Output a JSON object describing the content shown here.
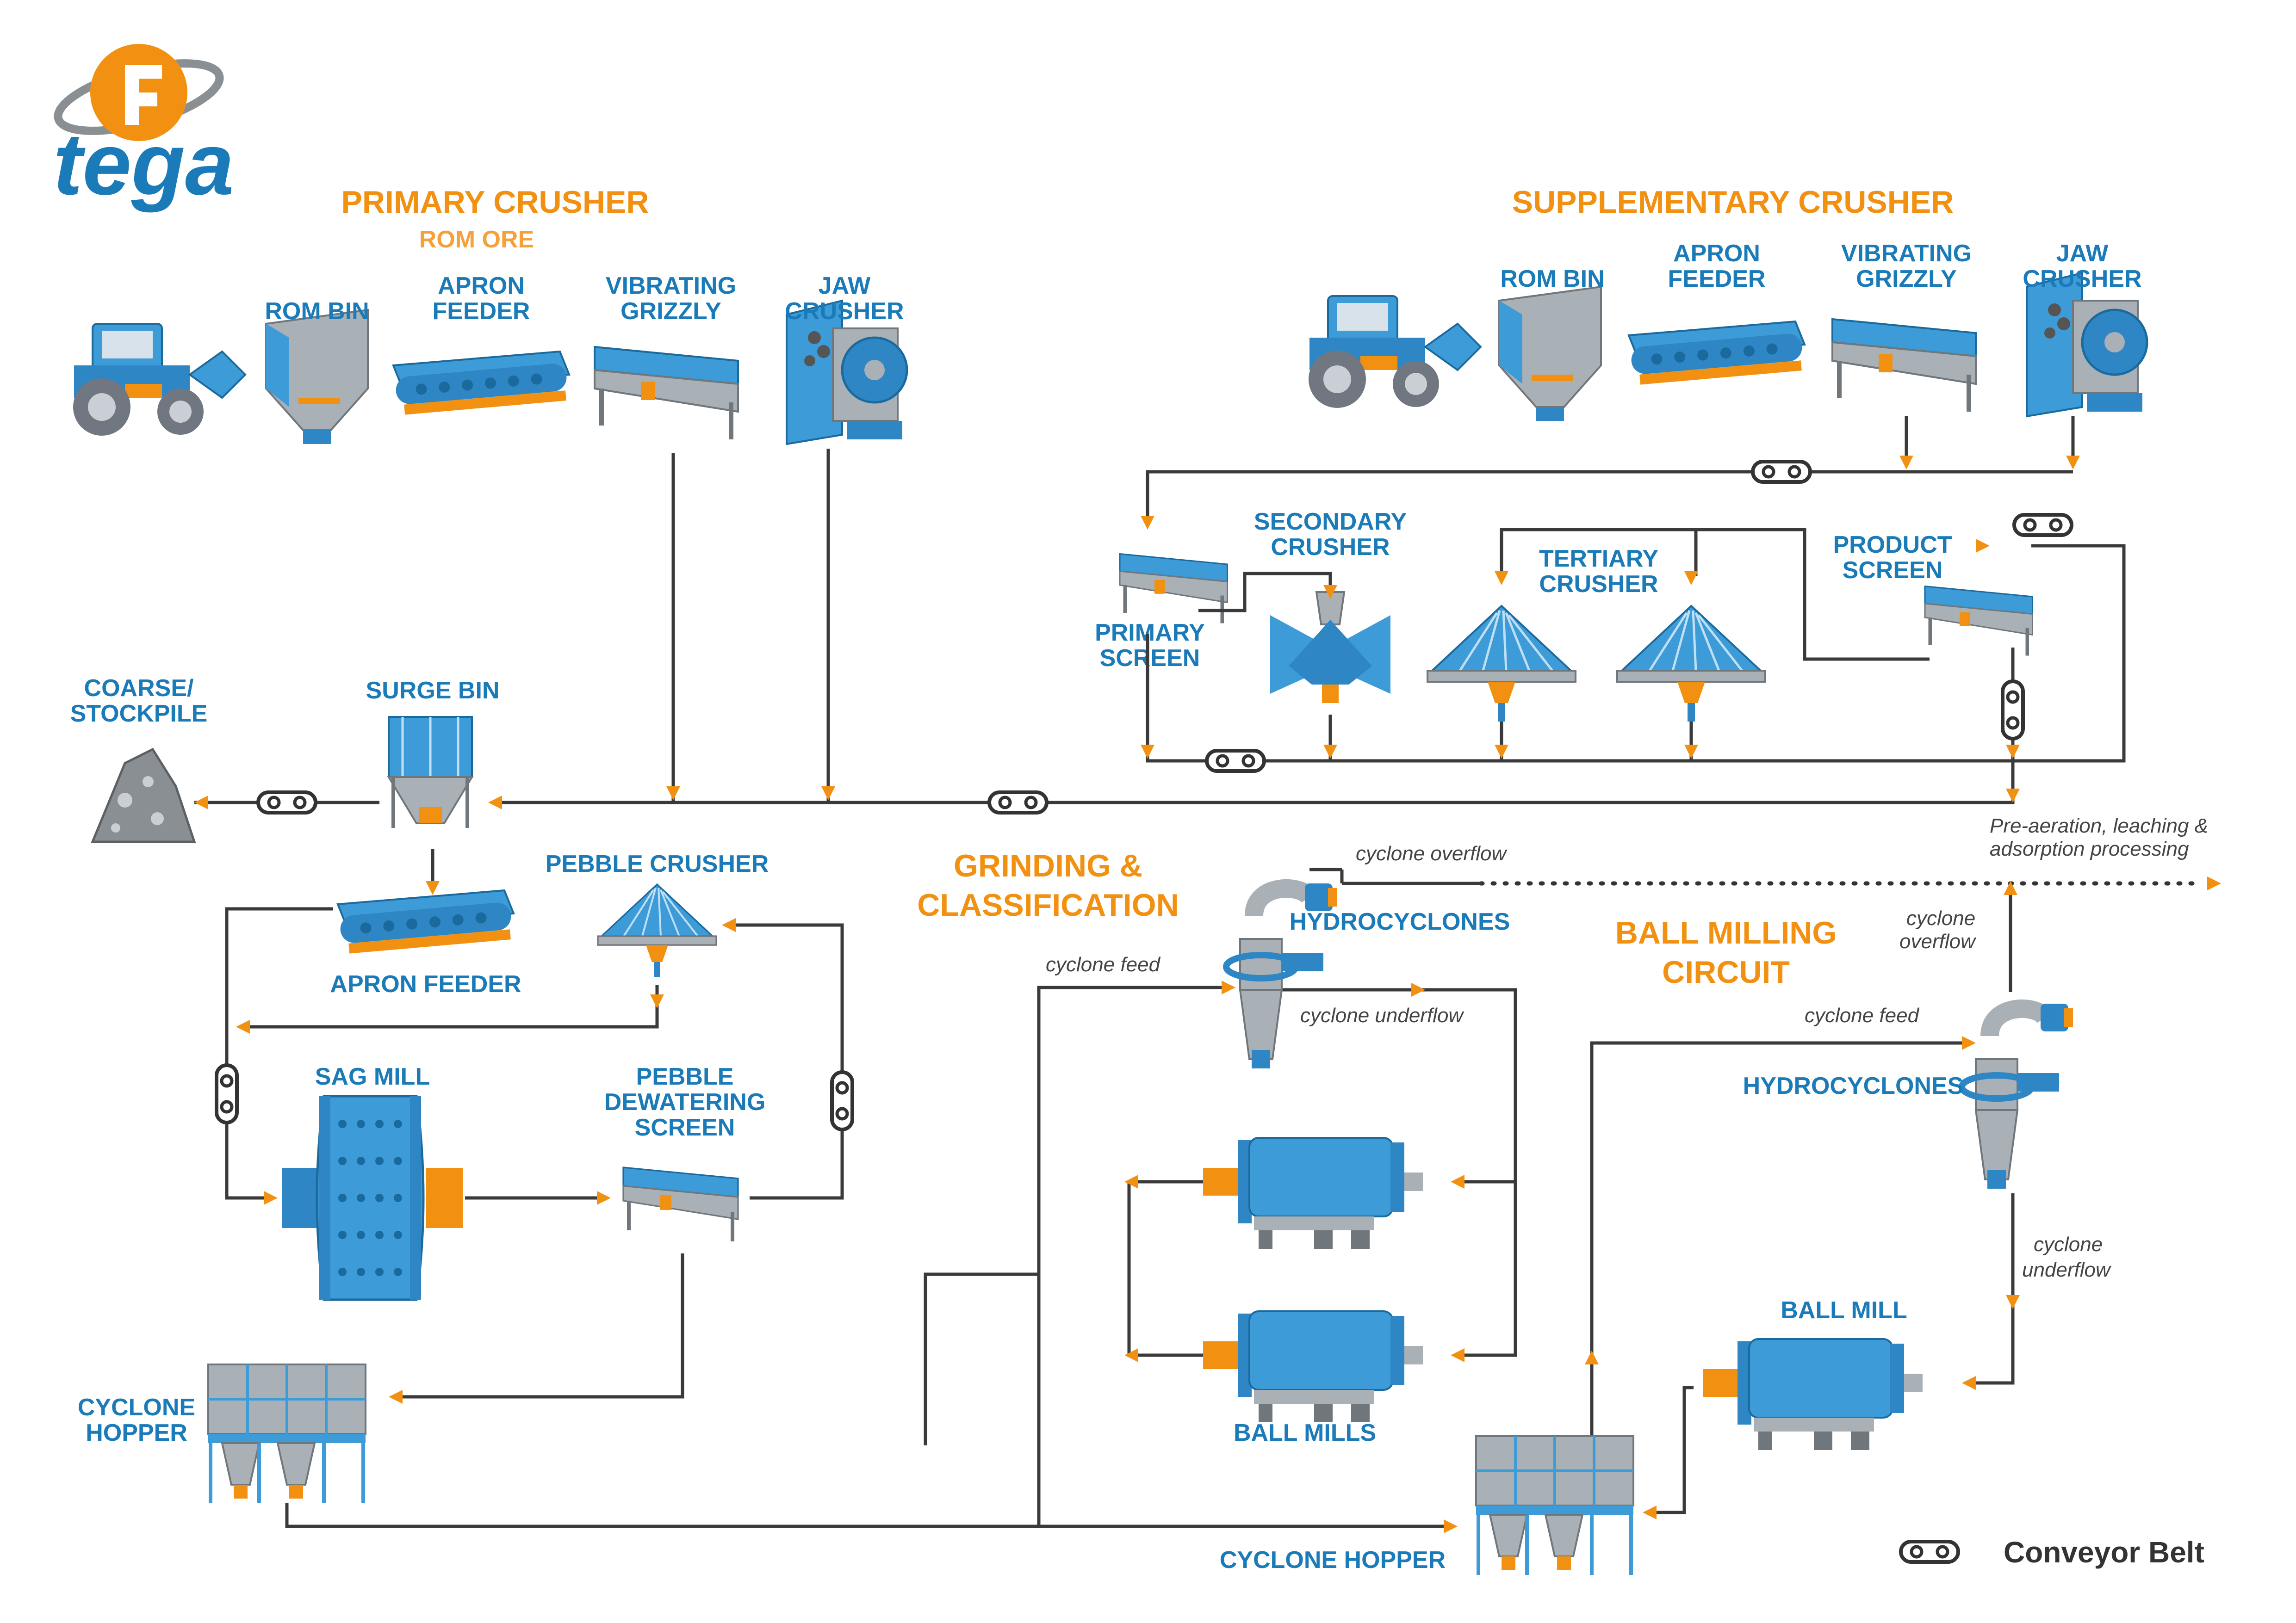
{
  "brand": {
    "name": "tega"
  },
  "sections": {
    "primary": "PRIMARY CRUSHER",
    "primary_sub": "ROM ORE",
    "supplementary": "SUPPLEMENTARY CRUSHER",
    "grinding_l1": "GRINDING &",
    "grinding_l2": "CLASSIFICATION",
    "ball_l1": "BALL MILLING",
    "ball_l2": "CIRCUIT"
  },
  "equipment": {
    "rom_bin": "ROM BIN",
    "apron_feeder_l1": "APRON",
    "apron_feeder_l2": "FEEDER",
    "vib_grizzly_l1": "VIBRATING",
    "vib_grizzly_l2": "GRIZZLY",
    "jaw_l1": "JAW",
    "jaw_l2": "CRUSHER",
    "secondary_l1": "SECONDARY",
    "secondary_l2": "CRUSHER",
    "tertiary_l1": "TERTIARY",
    "tertiary_l2": "CRUSHER",
    "primary_screen_l1": "PRIMARY",
    "primary_screen_l2": "SCREEN",
    "product_screen_l1": "PRODUCT",
    "product_screen_l2": "SCREEN",
    "coarse_l1": "COARSE/",
    "coarse_l2": "STOCKPILE",
    "surge_bin": "SURGE BIN",
    "apron_feeder": "APRON FEEDER",
    "pebble_crusher": "PEBBLE CRUSHER",
    "sag_mill": "SAG MILL",
    "pebble_screen_l1": "PEBBLE",
    "pebble_screen_l2": "DEWATERING",
    "pebble_screen_l3": "SCREEN",
    "cyclone_hopper_l1": "CYCLONE",
    "cyclone_hopper_l2": "HOPPER",
    "cyclone_hopper": "CYCLONE HOPPER",
    "hydrocyclones": "HYDROCYCLONES",
    "ball_mills": "BALL MILLS",
    "ball_mill": "BALL MILL"
  },
  "flows": {
    "cyclone_overflow": "cyclone overflow",
    "cyclone_underflow": "cyclone underflow",
    "cyclone_feed": "cyclone feed",
    "cyclone": "cyclone",
    "overflow": "overflow",
    "underflow": "underflow",
    "pre_aeration_l1": "Pre-aeration, leaching &",
    "pre_aeration_l2": "adsorption processing"
  },
  "legend": {
    "conveyor_belt": "Conveyor Belt"
  },
  "colors": {
    "blue": "#1a7bb8",
    "light_blue": "#3d9bd8",
    "orange": "#f29111",
    "gray": "#9aa0a6",
    "line": "#3a3a3a"
  }
}
